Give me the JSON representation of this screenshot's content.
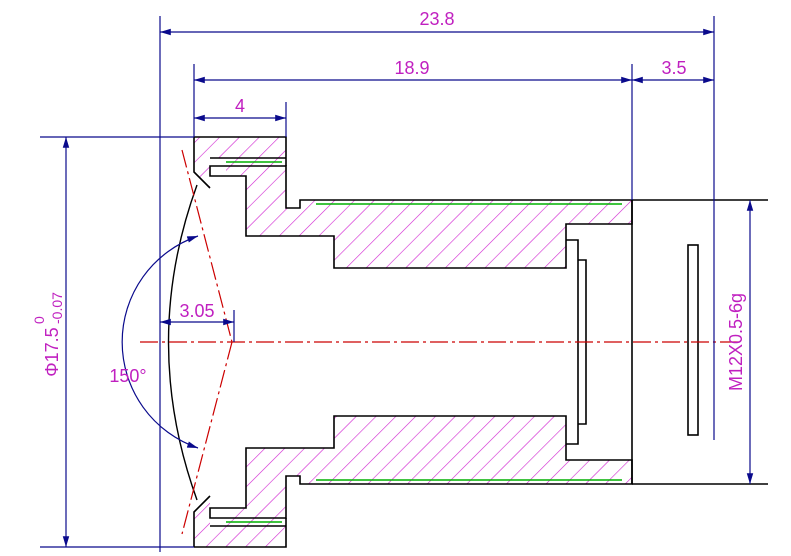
{
  "dimensions": {
    "overall_length": "23.8",
    "body_length": "18.9",
    "thread_offset": "3.5",
    "flange_width": "4",
    "lens_sag": "3.05",
    "outer_diameter_main": "Φ17.5",
    "outer_diameter_sup": "0",
    "outer_diameter_sub": "-0.07",
    "field_of_view": "150°",
    "thread_spec": "M12X0.5-6g"
  },
  "colors": {
    "outline": "#000000",
    "dimension": "#0a0a8c",
    "hatch": "#d020d0",
    "thread": "#00b000",
    "centerline": "#cc0000",
    "text": "#c020c0"
  }
}
